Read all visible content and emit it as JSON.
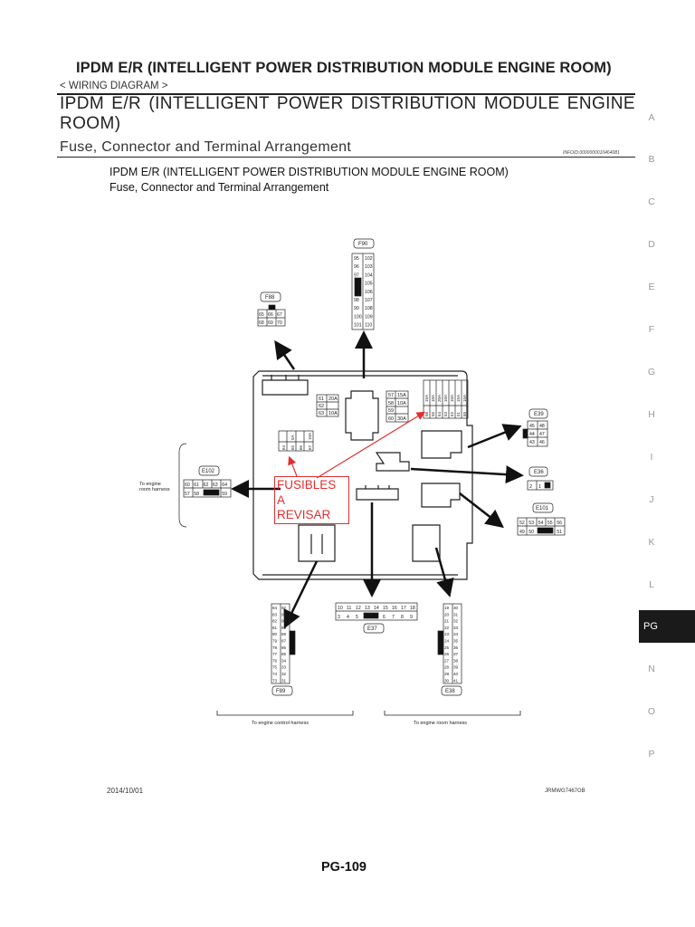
{
  "header": {
    "title": "IPDM E/R (INTELLIGENT POWER DISTRIBUTION MODULE ENGINE ROOM)",
    "breadcrumb": "< WIRING DIAGRAM >"
  },
  "section": {
    "title": "IPDM E/R (INTELLIGENT POWER DISTRIBUTION MODULE ENGINE ROOM)",
    "subtitle": "Fuse, Connector and Terminal Arrangement",
    "info_id": "INFOID:0000000010464081"
  },
  "figure": {
    "title_line1": "IPDM E/R (INTELLIGENT POWER DISTRIBUTION MODULE ENGINE ROOM)",
    "title_line2": "Fuse, Connector and Terminal Arrangement",
    "code": "JRMWG7467GB",
    "annotation": [
      "FUSIBLES",
      "A",
      "REVISAR"
    ],
    "accent_color": "#e03030",
    "harness_left": [
      "To engine",
      "room harness"
    ],
    "harness_bottom_left": "To engine control harness",
    "harness_bottom_right": "To engine room harness",
    "connectors": {
      "F90": {
        "label": "F90",
        "rows": [
          [
            "95",
            "102"
          ],
          [
            "96",
            "103"
          ],
          [
            "97",
            "104"
          ],
          [
            "",
            "105"
          ],
          [
            "",
            "106"
          ],
          [
            "98",
            "107"
          ],
          [
            "99",
            "108"
          ],
          [
            "100",
            "109"
          ],
          [
            "101",
            "110"
          ]
        ]
      },
      "F88": {
        "label": "F88",
        "rows": [
          [
            "65",
            "66",
            "67"
          ],
          [
            "68",
            "69",
            "70"
          ]
        ]
      },
      "E39": {
        "label": "E39",
        "rows": [
          [
            "",
            "45",
            "48"
          ],
          [
            "",
            "44",
            "47"
          ],
          [
            "",
            "43",
            "46"
          ]
        ]
      },
      "E36": {
        "label": "E36",
        "rows": [
          [
            "2",
            "1",
            ""
          ]
        ]
      },
      "E101": {
        "label": "E101",
        "rows": [
          [
            "52",
            "53",
            "54",
            "55",
            "56"
          ],
          [
            "49",
            "50",
            "",
            "",
            "51"
          ]
        ]
      },
      "E102": {
        "label": "E102",
        "rows": [
          [
            "60",
            "61",
            "62",
            "63",
            "64"
          ],
          [
            "57",
            "58",
            "",
            "",
            "59"
          ]
        ]
      },
      "E37": {
        "label": "E37",
        "rows": [
          [
            "10",
            "11",
            "12",
            "13",
            "14",
            "15",
            "16",
            "17",
            "18"
          ],
          [
            "3",
            "4",
            "5",
            "",
            "",
            "6",
            "7",
            "8",
            "9"
          ]
        ]
      },
      "F89": {
        "label": "F89",
        "rows": [
          [
            "84",
            "92"
          ],
          [
            "83",
            "91"
          ],
          [
            "82",
            "90"
          ],
          [
            "81",
            "89"
          ],
          [
            "80",
            "88"
          ],
          [
            "79",
            "87"
          ],
          [
            "78",
            "86"
          ],
          [
            "77",
            "85"
          ],
          [
            "76",
            "34"
          ],
          [
            "75",
            "33"
          ],
          [
            "74",
            "32"
          ],
          [
            "73",
            "31"
          ]
        ]
      },
      "E38": {
        "label": "E38",
        "rows": [
          [
            "19",
            "30"
          ],
          [
            "20",
            "31"
          ],
          [
            "21",
            "32"
          ],
          [
            "22",
            "33"
          ],
          [
            "23",
            "34"
          ],
          [
            "24",
            "35"
          ],
          [
            "25",
            "36"
          ],
          [
            "26",
            "37"
          ],
          [
            "27",
            "38"
          ],
          [
            "28",
            "39"
          ],
          [
            "29",
            "40"
          ],
          [
            "30",
            "41"
          ]
        ]
      }
    },
    "fuse_blocks": {
      "left": [
        [
          "61",
          "20A"
        ],
        [
          "62",
          ""
        ],
        [
          "63",
          "10A"
        ]
      ],
      "right_top": [
        [
          "57",
          "15A"
        ],
        [
          "58",
          "10A"
        ],
        [
          "59",
          ""
        ],
        [
          "60",
          "30A"
        ]
      ],
      "right_vertical": {
        "numbers": [
          "56",
          "55",
          "54",
          "53",
          "52",
          "51",
          "50"
        ],
        "ratings": [
          "15A",
          "10A",
          "20A",
          "10A",
          "10A",
          "15A",
          "10A"
        ]
      },
      "small": {
        "numbers": [
          "64",
          "65",
          "66",
          "67"
        ],
        "ratings": [
          "",
          "5A",
          "",
          "10A"
        ]
      }
    }
  },
  "side_tabs": [
    "A",
    "B",
    "C",
    "D",
    "E",
    "F",
    "G",
    "H",
    "I",
    "J",
    "K",
    "L",
    "PG",
    "N",
    "O",
    "P"
  ],
  "footer": {
    "date": "2014/10/01",
    "page": "PG-109"
  }
}
